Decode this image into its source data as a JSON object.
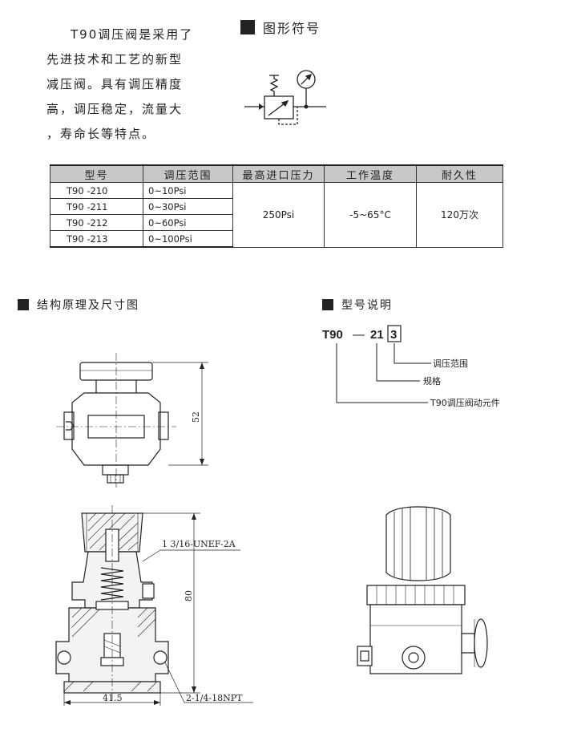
{
  "intro": {
    "lines": [
      "T90调压阀是采用了",
      "先进技术和工艺的新型",
      "减压阀。具有调压精度",
      "高，调压稳定，流量大",
      "，寿命长等特点。"
    ]
  },
  "sections": {
    "symbol": "图形符号",
    "structure": "结构原理及尺寸图",
    "model": "型号说明"
  },
  "spec_table": {
    "headers": [
      "型号",
      "调压范围",
      "最高进口压力",
      "工作温度",
      "耐久性"
    ],
    "rows": [
      {
        "model": "T90 -210",
        "range": "0~10Psi"
      },
      {
        "model": "T90 -211",
        "range": "0~30Psi"
      },
      {
        "model": "T90 -212",
        "range": "0~60Psi"
      },
      {
        "model": "T90 -213",
        "range": "0~100Psi"
      }
    ],
    "max_pressure": "250Psi",
    "temperature": "-5~65°C",
    "durability": "120万次"
  },
  "model_code": {
    "prefix": "T90",
    "dash": "—",
    "spec": "21",
    "range_digit": "3",
    "callouts": [
      "调压范围",
      "规格",
      "T90调压阀动元件"
    ]
  },
  "dimensions": {
    "height_top": "52",
    "height_section": "80",
    "width_base": "41.5",
    "thread_top": "1 3/16-UNEF-2A",
    "thread_port": "2-1/4-18NPT"
  }
}
